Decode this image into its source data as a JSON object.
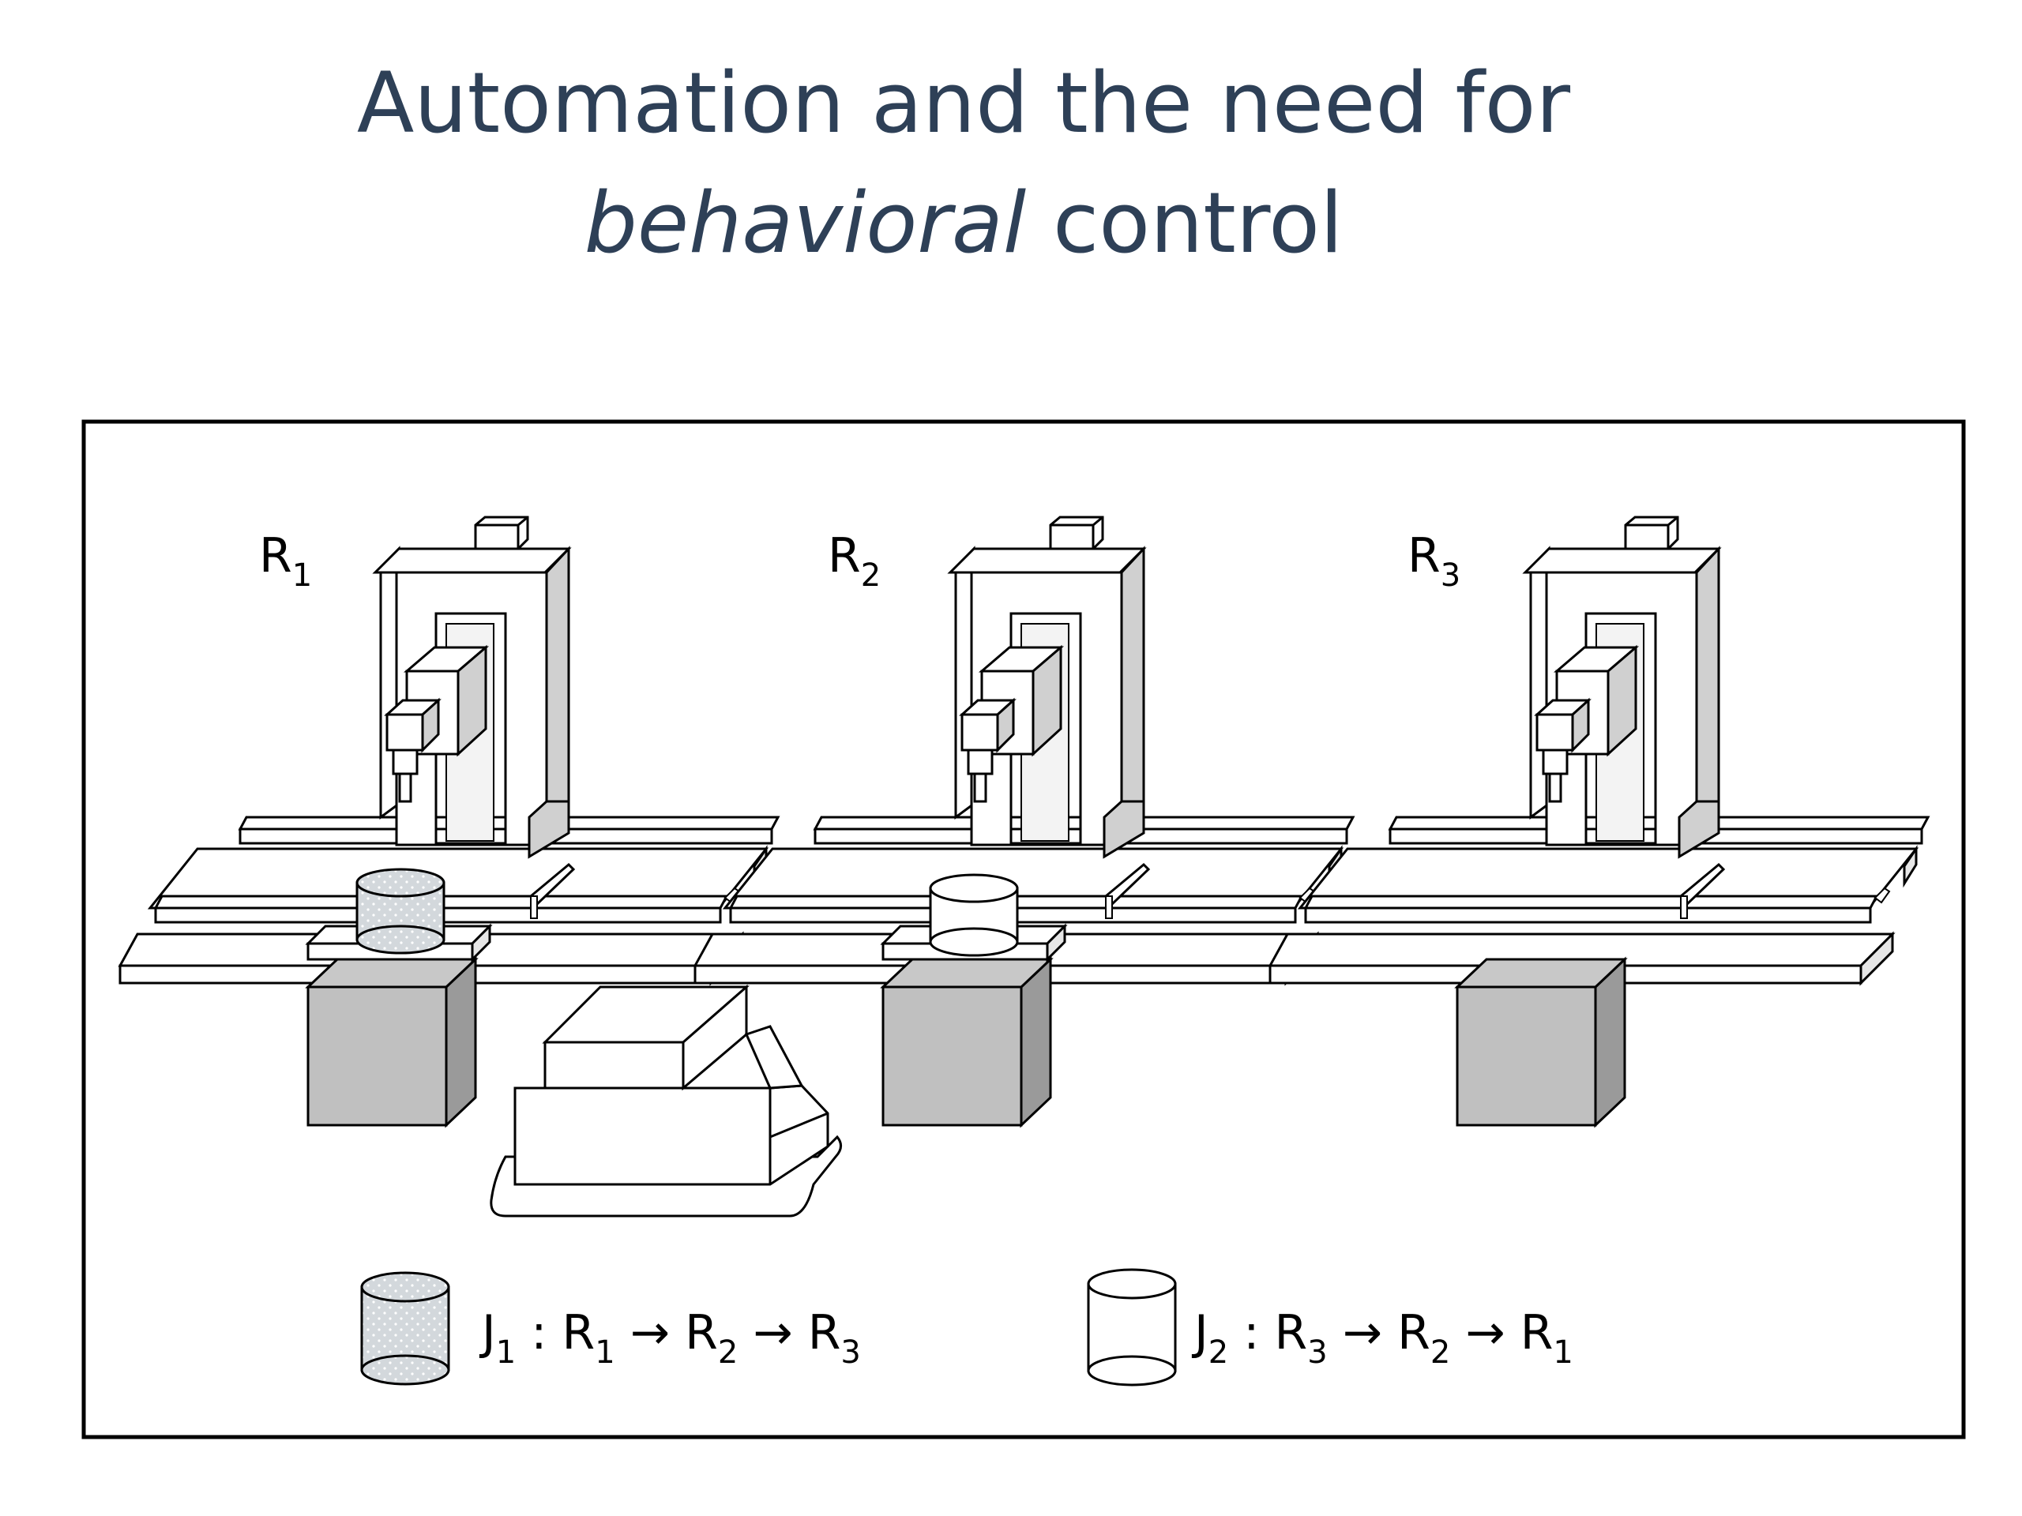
{
  "slide": {
    "title_line1": "Automation and the need for",
    "title_line2_emph": "behavioral",
    "title_line2_rest": " control"
  },
  "robots": [
    {
      "name": "R",
      "sub": "1"
    },
    {
      "name": "R",
      "sub": "2"
    },
    {
      "name": "R",
      "sub": "3"
    }
  ],
  "legend": [
    {
      "job": "J",
      "job_sub": "1",
      "sep": " : ",
      "route": [
        {
          "n": "R",
          "s": "1"
        },
        {
          "n": "R",
          "s": "2"
        },
        {
          "n": "R",
          "s": "3"
        }
      ],
      "fill": "dotted-gray"
    },
    {
      "job": "J",
      "job_sub": "2",
      "sep": " : ",
      "route": [
        {
          "n": "R",
          "s": "3"
        },
        {
          "n": "R",
          "s": "2"
        },
        {
          "n": "R",
          "s": "1"
        }
      ],
      "fill": "white"
    }
  ],
  "arrow_glyph": "→",
  "colors": {
    "title": "#2e4057",
    "stroke": "#000000",
    "frame_light": "#ffffff",
    "frame_mid": "#d9d9d9",
    "block_front": "#c0c0c0",
    "block_side": "#9a9a9a",
    "job1_fill": "#d3d8dc"
  }
}
